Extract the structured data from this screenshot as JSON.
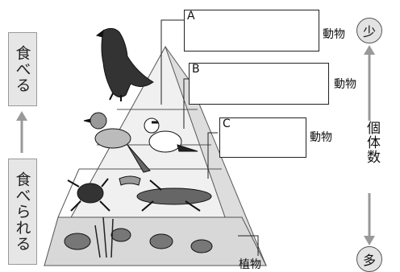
{
  "left_labels": {
    "eat": "食べる",
    "eaten": "食べられる"
  },
  "boxes": [
    {
      "letter": "A",
      "suffix": "動物"
    },
    {
      "letter": "B",
      "suffix": "動物"
    },
    {
      "letter": "C",
      "suffix": "動物"
    }
  ],
  "plants_label": "植物",
  "right_scale": {
    "top": "少",
    "middle": "個体数",
    "bottom": "多"
  },
  "colors": {
    "pyramid_fill": "#f0f0f0",
    "plant_tier": "#d8d8d8",
    "label_box": "#e6e6e6",
    "animal_fill": "#444444"
  },
  "tiers": [
    "hawk",
    "birds",
    "insects",
    "plants"
  ],
  "icons": [
    "hawk-icon",
    "shrike-icon",
    "sparrow-icon",
    "beetle-icon",
    "caterpillar-icon",
    "grasshopper-icon",
    "plant-icon"
  ]
}
